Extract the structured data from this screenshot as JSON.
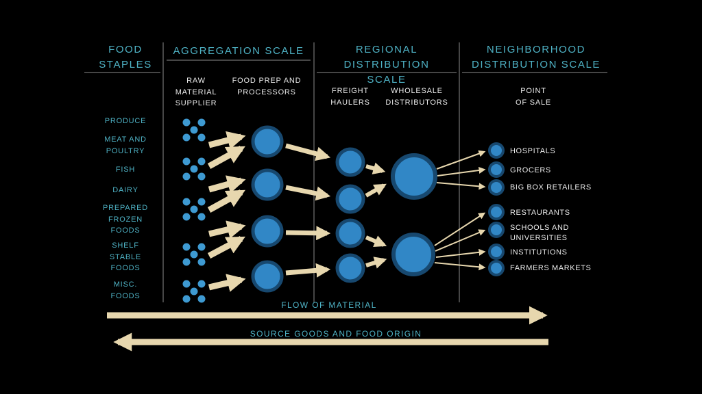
{
  "colors": {
    "background": "#000000",
    "teal_text": "#4fb3c6",
    "white_text": "#ececec",
    "arrow_tan": "#e7d7ae",
    "node_fill": "#3187c6",
    "node_ring": "#17486f",
    "dot_blue": "#3e9ad2",
    "divider_gray": "#8b8b8b"
  },
  "columns": {
    "food_staples": "FOOD\nSTAPLES",
    "aggregation": "AGGREGATION SCALE",
    "regional": "REGIONAL DISTRIBUTION\nSCALE",
    "neighborhood": "NEIGHBORHOOD\nDISTRIBUTION SCALE"
  },
  "stages": {
    "raw_material": "RAW\nMATERIAL\nSUPPLIER",
    "food_prep": "FOOD PREP AND\nPROCESSORS",
    "freight": "FREIGHT\nHAULERS",
    "wholesale": "WHOLESALE\nDISTRIBUTORS",
    "point_of_sale": "POINT\nOF SALE"
  },
  "staples": {
    "produce": "PRODUCE",
    "meat": "MEAT AND\nPOULTRY",
    "fish": "FISH",
    "dairy": "DAIRY",
    "frozen": "PREPARED\nFROZEN\nFOODS",
    "shelf": "SHELF\nSTABLE\nFOODS",
    "misc": "MISC.\nFOODS"
  },
  "pos": {
    "hospitals": "HOSPITALS",
    "grocers": "GROCERS",
    "bigbox": "BIG BOX RETAILERS",
    "restaurants": "RESTAURANTS",
    "schools": "SCHOOLS AND\nUNIVERSITIES",
    "institutions": "INSTITUTIONS",
    "farmers": "FARMERS MARKETS"
  },
  "footer": {
    "flow": "FLOW OF MATERIAL",
    "source": "SOURCE GOODS AND FOOD ORIGIN"
  }
}
